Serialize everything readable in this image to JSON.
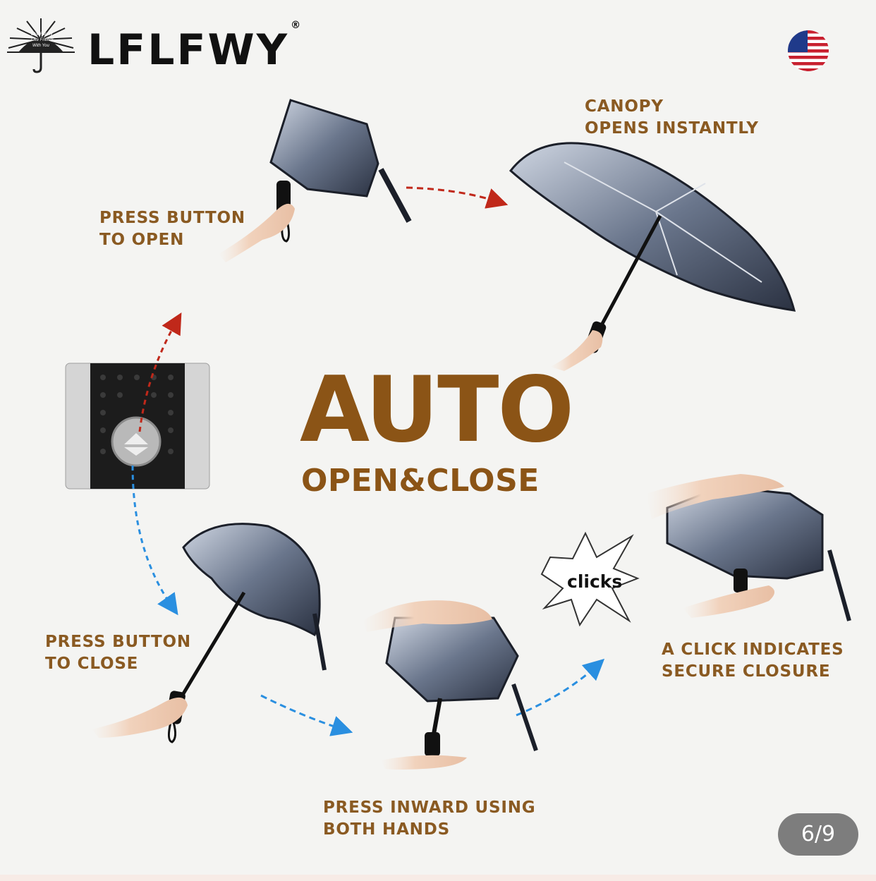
{
  "header": {
    "brand": "LFLFWY",
    "registered": "®",
    "logo_texts": [
      "Like Family",
      "Like Friends",
      "With You"
    ],
    "flag_icon": "us-flag-icon"
  },
  "steps": {
    "press_open": [
      "PRESS BUTTON",
      "TO OPEN"
    ],
    "canopy_opens": [
      "CANOPY",
      "OPENS INSTANTLY"
    ],
    "press_close": [
      "PRESS BUTTON",
      "TO CLOSE"
    ],
    "press_inward": [
      "PRESS INWARD USING",
      "BOTH HANDS"
    ],
    "click_indicates": [
      "A CLICK INDICATES",
      "SECURE CLOSURE"
    ]
  },
  "headline": {
    "main": "AUTO",
    "sub": "OPEN&CLOSE"
  },
  "burst_text": "clicks",
  "pager": "6/9",
  "colors": {
    "label": "#8a5a22",
    "headline": "#8b5416",
    "arrow_red": "#c0281a",
    "arrow_blue": "#2a8fe0",
    "background": "#f4f4f2"
  }
}
